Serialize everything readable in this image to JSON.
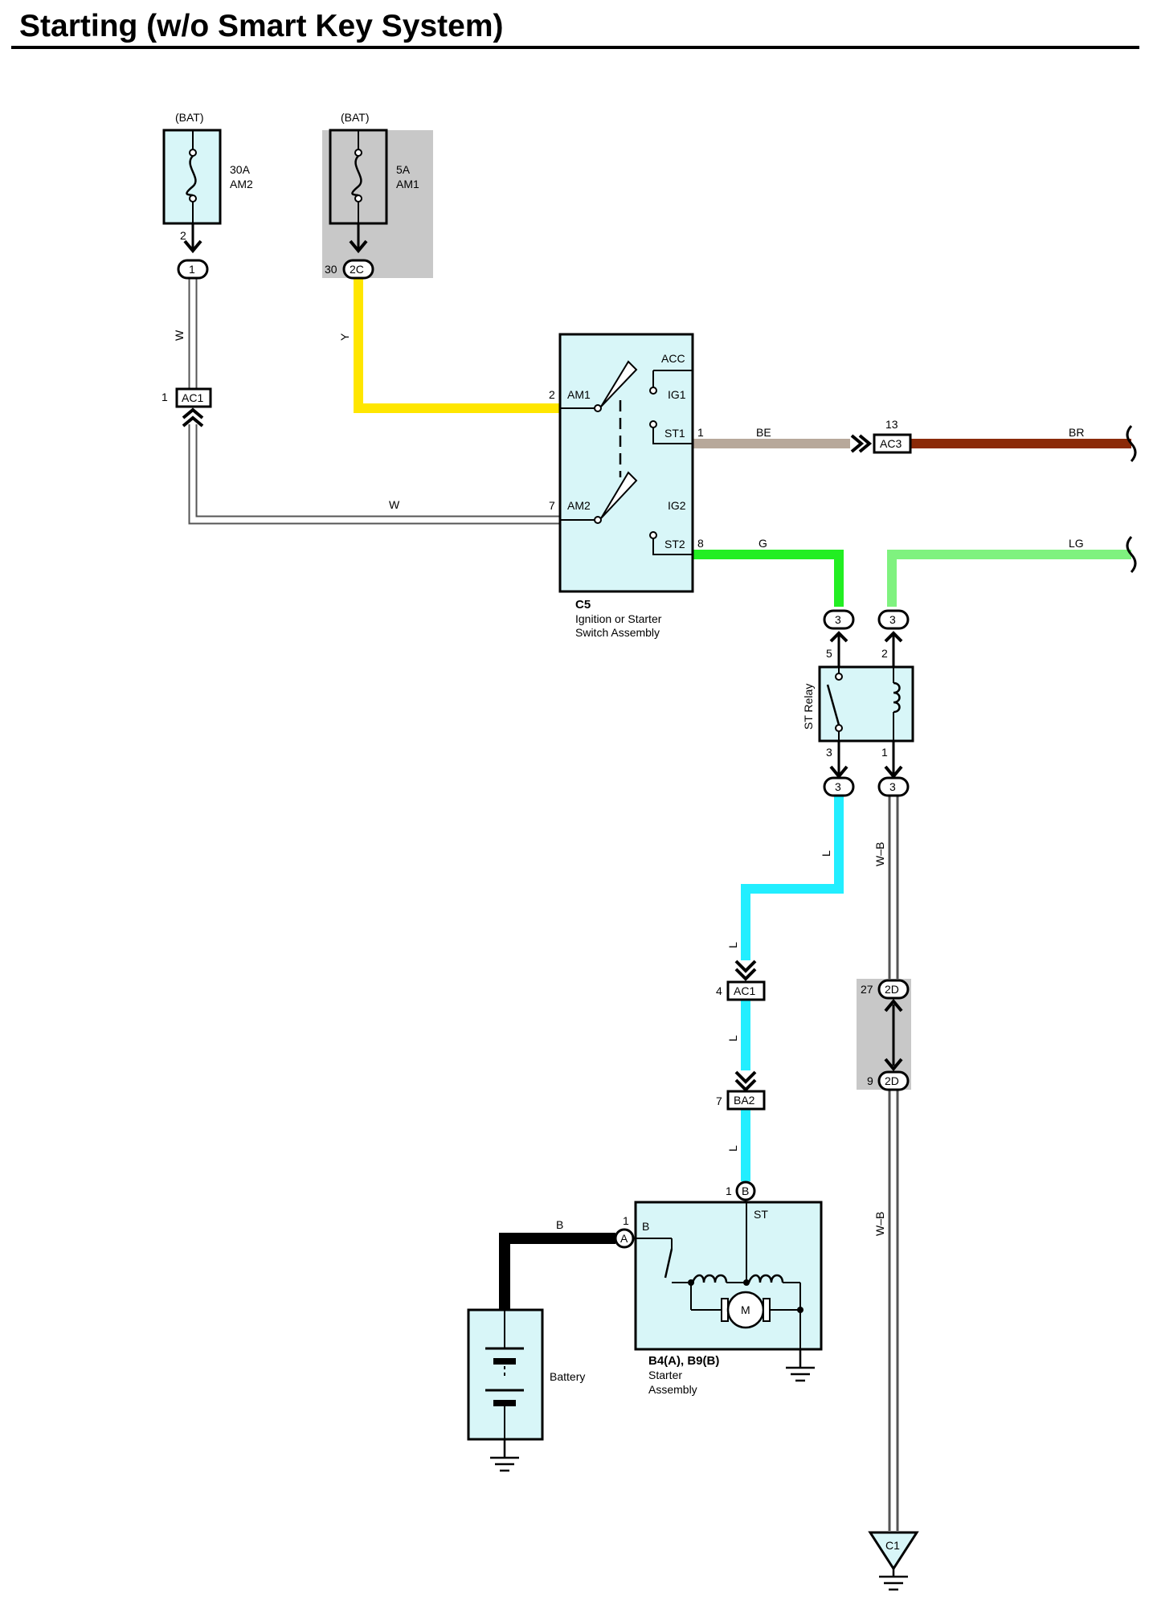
{
  "title": "Starting (w/o Smart Key System)",
  "colors": {
    "component_fill": "#d8f6f8",
    "wire_yellow": "#ffe600",
    "wire_beige": "#b7a89a",
    "wire_brown": "#8b2a08",
    "wire_green": "#22ee22",
    "wire_light_green": "#7ff27f",
    "wire_blue": "#22eeff",
    "wire_white_outline": "#555555",
    "wire_black": "#000000",
    "shade": "#c8c8c8"
  },
  "fuse_am2": {
    "source": "(BAT)",
    "rating": "30A",
    "name": "AM2",
    "pin": "2",
    "conn": "1"
  },
  "fuse_am1": {
    "source": "(BAT)",
    "rating": "5A",
    "name": "AM1",
    "pin": "30",
    "conn": "2C"
  },
  "wires": {
    "w1": "W",
    "y": "Y",
    "w2": "W",
    "be": "BE",
    "br": "BR",
    "g": "G",
    "lg": "LG",
    "l1": "L",
    "l2": "L",
    "l3": "L",
    "l4": "L",
    "wb1": "W–B",
    "wb2": "W–B",
    "b": "B"
  },
  "ac1_top": {
    "pin": "1",
    "name": "AC1"
  },
  "switch": {
    "code": "C5",
    "name_line1": "Ignition or Starter",
    "name_line2": "Switch Assembly",
    "pin_am1": "2",
    "label_am1": "AM1",
    "pin_am2": "7",
    "label_am2": "AM2",
    "label_acc": "ACC",
    "label_ig1": "IG1",
    "label_st1": "ST1",
    "label_ig2": "IG2",
    "label_st2": "ST2",
    "pin_st1": "1",
    "pin_st2": "8"
  },
  "ac3": {
    "pin": "13",
    "name": "AC3"
  },
  "relay": {
    "name": "ST Relay",
    "conn": "3",
    "pin5": "5",
    "pin2": "2",
    "pin3": "3",
    "pin1": "1"
  },
  "ac1_low": {
    "pin": "4",
    "name": "AC1"
  },
  "ba2": {
    "pin": "7",
    "name": "BA2"
  },
  "junction_2d": {
    "pin_top": "27",
    "pin_bottom": "9",
    "name": "2D"
  },
  "starter": {
    "code": "B4(A), B9(B)",
    "name_line1": "Starter",
    "name_line2": "Assembly",
    "pin_b": "1",
    "conn_b": "B",
    "label_st": "ST",
    "pin_a": "1",
    "conn_a": "A",
    "label_b": "B",
    "motor": "M"
  },
  "battery": {
    "name": "Battery"
  },
  "ground_c1": {
    "name": "C1"
  }
}
